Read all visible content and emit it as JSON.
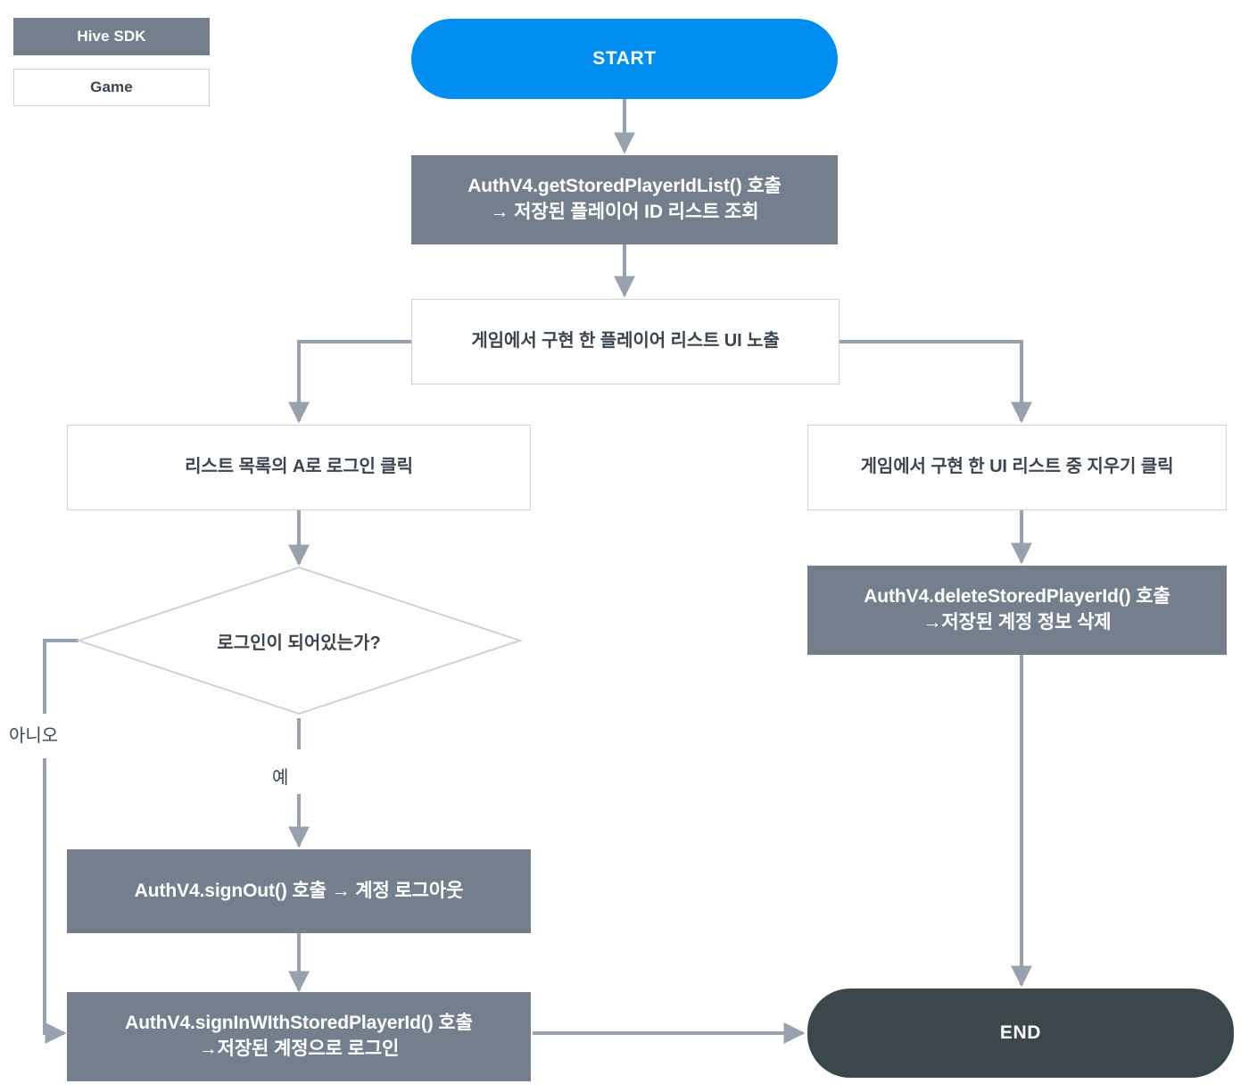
{
  "diagram": {
    "title": "Hive SDK stored player id login / delete flow",
    "type": "flowchart",
    "colors": {
      "start_fill": "#008FF0",
      "end_fill": "#3C474B",
      "sdk_fill": "#737F8C",
      "game_fill": "#FFFFFF",
      "game_border": "#CFD3D7",
      "connector": "#98A2AE",
      "text_dark": "#3C454F",
      "text_light": "#FFFFFF"
    }
  },
  "legend": {
    "items": [
      {
        "label": "Hive SDK",
        "style": "sdk"
      },
      {
        "label": "Game",
        "style": "game"
      }
    ]
  },
  "nodes": {
    "start": {
      "label": "START",
      "shape": "terminal",
      "owner": "sdk"
    },
    "get_stored_list": {
      "line1": "AuthV4.getStoredPlayerIdList() 호출",
      "line2": "→ 저장된 플레이어 ID 리스트 조회",
      "shape": "process",
      "owner": "sdk"
    },
    "show_list_ui": {
      "line1": "게임에서 구현 한 플레이어 리스트 UI 노출",
      "shape": "process",
      "owner": "game"
    },
    "click_login_a": {
      "line1": "리스트 목록의 A로 로그인 클릭",
      "shape": "process",
      "owner": "game"
    },
    "click_delete": {
      "line1": "게임에서 구현 한 UI 리스트 중 지우기 클릭",
      "shape": "process",
      "owner": "game"
    },
    "is_logged_in": {
      "line1": "로그인이 되어있는가?",
      "shape": "decision",
      "owner": "game"
    },
    "sign_out": {
      "line1": "AuthV4.signOut() 호출 → 계정 로그아웃",
      "shape": "process",
      "owner": "sdk"
    },
    "sign_in_stored": {
      "line1": "AuthV4.signInWIthStoredPlayerId() 호출",
      "line2": "→저장된 계정으로 로그인",
      "shape": "process",
      "owner": "sdk"
    },
    "delete_stored": {
      "line1": "AuthV4.deleteStoredPlayerId() 호출",
      "line2": "→저장된 계정 정보 삭제",
      "shape": "process",
      "owner": "sdk"
    },
    "end": {
      "label": "END",
      "shape": "terminal",
      "owner": "sdk"
    }
  },
  "edge_labels": {
    "yes": "예",
    "no": "아니오"
  },
  "edges": [
    {
      "from": "start",
      "to": "get_stored_list",
      "label": ""
    },
    {
      "from": "get_stored_list",
      "to": "show_list_ui",
      "label": ""
    },
    {
      "from": "show_list_ui",
      "to": "click_login_a",
      "label": ""
    },
    {
      "from": "show_list_ui",
      "to": "click_delete",
      "label": ""
    },
    {
      "from": "click_login_a",
      "to": "is_logged_in",
      "label": ""
    },
    {
      "from": "is_logged_in",
      "to": "sign_out",
      "label": "예"
    },
    {
      "from": "is_logged_in",
      "to": "sign_in_stored",
      "label": "아니오"
    },
    {
      "from": "sign_out",
      "to": "sign_in_stored",
      "label": ""
    },
    {
      "from": "sign_in_stored",
      "to": "end",
      "label": ""
    },
    {
      "from": "click_delete",
      "to": "delete_stored",
      "label": ""
    },
    {
      "from": "delete_stored",
      "to": "end",
      "label": ""
    }
  ]
}
